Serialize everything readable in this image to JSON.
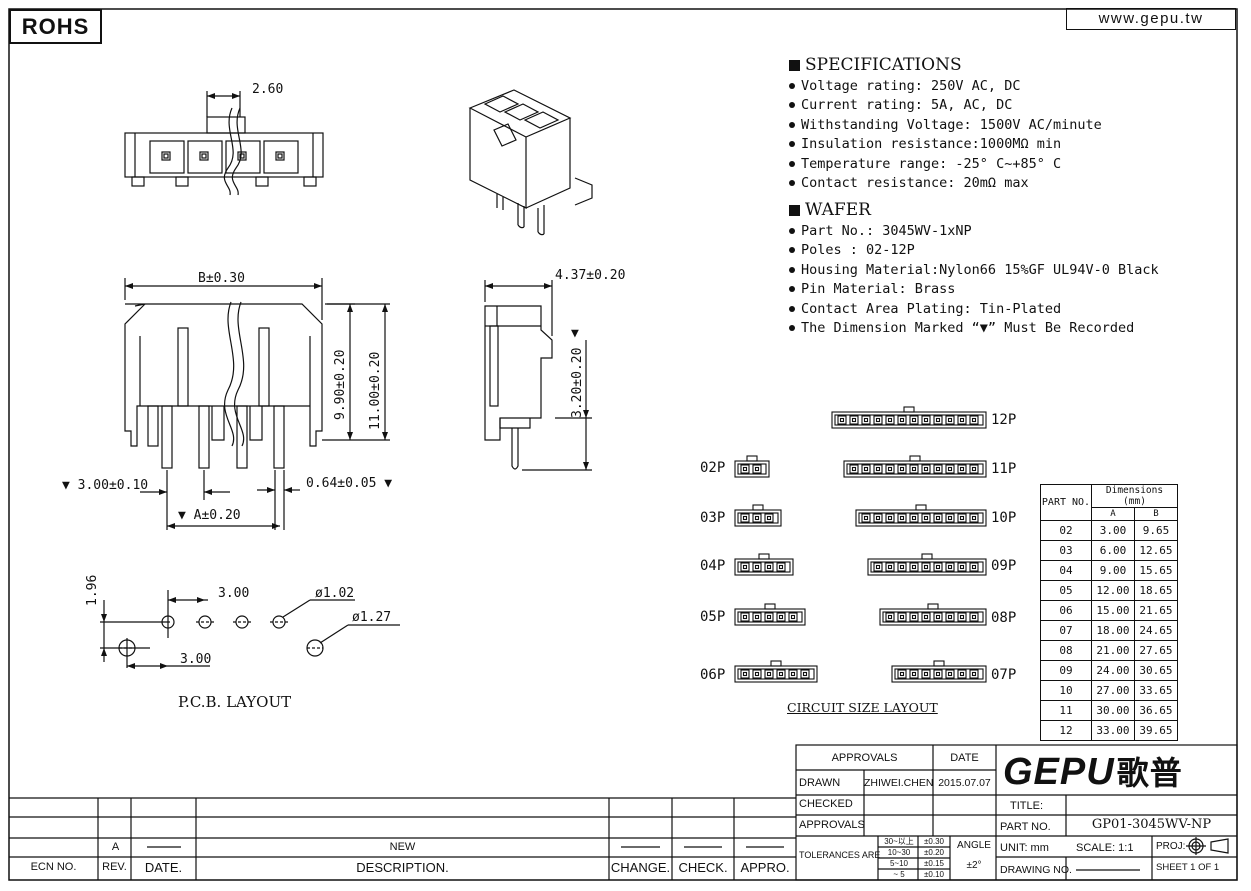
{
  "header": {
    "rohs": "ROHS",
    "website": "www.gepu.tw"
  },
  "specifications": {
    "title": "SPECIFICATIONS",
    "items": [
      "Voltage rating: 250V AC, DC",
      "Current rating: 5A, AC, DC",
      "Withstanding Voltage: 1500V AC/minute",
      "Insulation resistance:1000MΩ min",
      "Temperature range: -25° C~+85° C",
      "Contact resistance: 20mΩ max"
    ]
  },
  "wafer": {
    "title": "WAFER",
    "items": [
      "Part No.: 3045WV-1xNP",
      "Poles : 02-12P",
      "Housing Material:Nylon66 15%GF UL94V-0 Black",
      "Pin Material: Brass",
      "Contact Area Plating: Tin-Plated",
      "The Dimension Marked “▼” Must Be Recorded"
    ]
  },
  "drawing": {
    "top_pitch": "2.60",
    "b_dim": "B±0.30",
    "h990": "9.90±0.20",
    "h1100": "11.00±0.20",
    "pitch300": "▼ 3.00±0.10",
    "pin064": "0.64±0.05 ▼",
    "a_dim": "▼ A±0.20",
    "side437": "4.37±0.20",
    "side320": "3.20±0.20",
    "side_mark": "▼",
    "pcb_196": "1.96",
    "pcb_300a": "3.00",
    "pcb_300b": "3.00",
    "pcb_d102": "ø1.02",
    "pcb_d127": "ø1.27",
    "pcb_title": "P.C.B. LAYOUT"
  },
  "circuit_layout": {
    "title": "CIRCUIT SIZE LAYOUT",
    "left_labels": [
      "02P",
      "03P",
      "04P",
      "05P",
      "06P"
    ],
    "right_labels": [
      "12P",
      "11P",
      "10P",
      "09P",
      "08P",
      "07P"
    ]
  },
  "dimensions_table": {
    "part_no_header": "PART NO.",
    "dim_header": "Dimensions (mm)",
    "col_a": "A",
    "col_b": "B",
    "rows": [
      [
        "02",
        "3.00",
        "9.65"
      ],
      [
        "03",
        "6.00",
        "12.65"
      ],
      [
        "04",
        "9.00",
        "15.65"
      ],
      [
        "05",
        "12.00",
        "18.65"
      ],
      [
        "06",
        "15.00",
        "21.65"
      ],
      [
        "07",
        "18.00",
        "24.65"
      ],
      [
        "08",
        "21.00",
        "27.65"
      ],
      [
        "09",
        "24.00",
        "30.65"
      ],
      [
        "10",
        "27.00",
        "33.65"
      ],
      [
        "11",
        "30.00",
        "36.65"
      ],
      [
        "12",
        "33.00",
        "39.65"
      ]
    ]
  },
  "title_block": {
    "approvals": "APPROVALS",
    "date": "DATE",
    "drawn": "DRAWN",
    "drawn_by": "ZHIWEI.CHEN",
    "drawn_date": "2015.07.07",
    "checked": "CHECKED",
    "approvals2": "APPROVALS",
    "tolerances": "TOLERANCES ARE",
    "tol_ranges": [
      "30~以上",
      "10~30",
      "5~10",
      "~ 5"
    ],
    "tol_vals": [
      "±0.30",
      "±0.20",
      "±0.15",
      "±0.10"
    ],
    "angle": "ANGLE",
    "angle_val": "±2°",
    "logo_latin": "GEPU",
    "logo_cjk": "歌普",
    "title": "TITLE:",
    "part_no": "PART NO.",
    "part_val": "GP01-3045WV-NP",
    "unit": "UNIT: mm",
    "scale": "SCALE:  1:1",
    "proj": "PROJ:",
    "drawing_no": "DRAWING NO.",
    "sheet": "SHEET   1 OF 1"
  },
  "revision_block": {
    "rev_value": "A",
    "desc_value": "NEW",
    "ecn": "ECN NO.",
    "rev": "REV.",
    "date": "DATE.",
    "description": "DESCRIPTION.",
    "change": "CHANGE.",
    "check": "CHECK.",
    "appro": "APPRO."
  }
}
